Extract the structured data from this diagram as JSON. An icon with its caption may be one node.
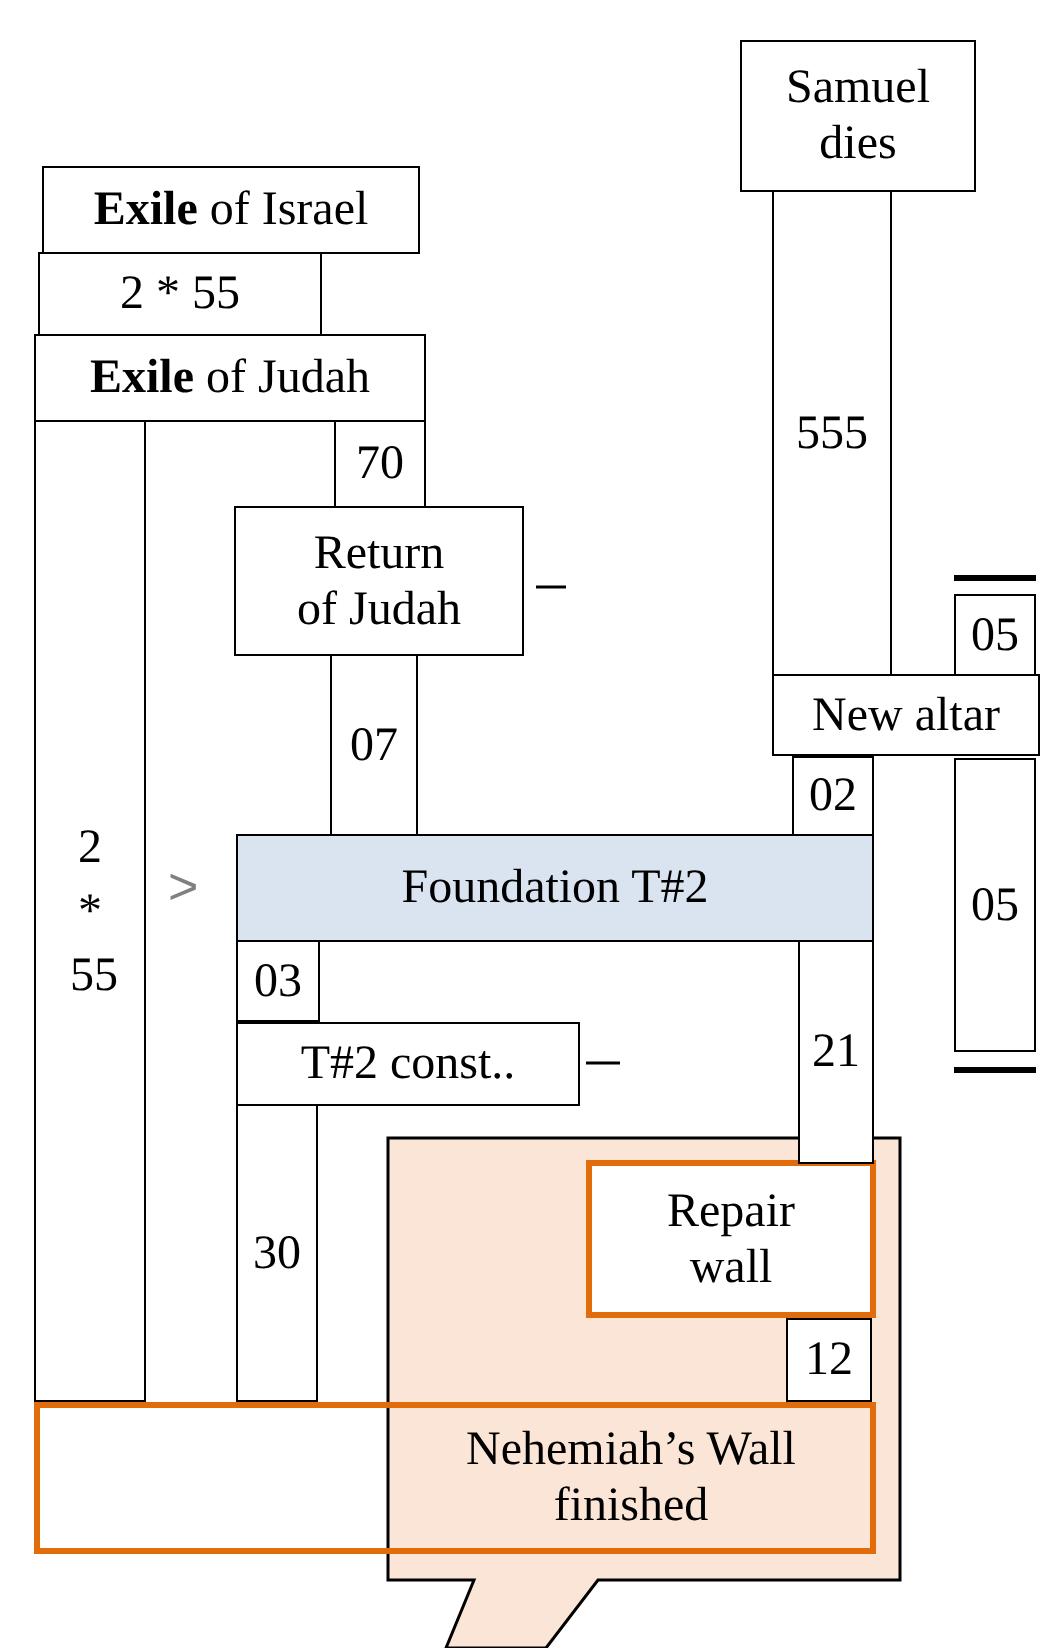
{
  "diagram": {
    "nodes": [
      {
        "text": [
          "Samuel dies"
        ]
      },
      {
        "text": [
          "**Exile** of Israel"
        ]
      },
      {
        "text": [
          "2 * 55"
        ]
      },
      {
        "text": [
          "**Exile** of Judah"
        ]
      },
      {
        "text": [
          "555"
        ]
      },
      {
        "text": [
          "70"
        ]
      },
      {
        "text": [
          "Return of Judah"
        ]
      },
      {
        "text": [
          "05"
        ]
      },
      {
        "text": [
          "New altar"
        ]
      },
      {
        "text": [
          "07"
        ]
      },
      {
        "text": [
          "2 * 55"
        ]
      },
      {
        "text": [
          "02"
        ]
      },
      {
        "text": [
          "Foundation T#2"
        ]
      },
      {
        "text": [
          "05"
        ]
      },
      {
        "text": [
          "03"
        ]
      },
      {
        "text": [
          "T#2 const.."
        ]
      },
      {
        "text": [
          "21"
        ]
      },
      {
        "text": [],
        "shape": "callout"
      },
      {
        "text": [
          "30"
        ]
      },
      {
        "text": [
          "Repair wall"
        ],
        "in": 17
      },
      {
        "text": [
          "12"
        ],
        "in": 17
      },
      {
        "text": [
          "Nehemiah’s Wall finished"
        ]
      }
    ],
    "labels": [
      ">"
    ]
  }
}
